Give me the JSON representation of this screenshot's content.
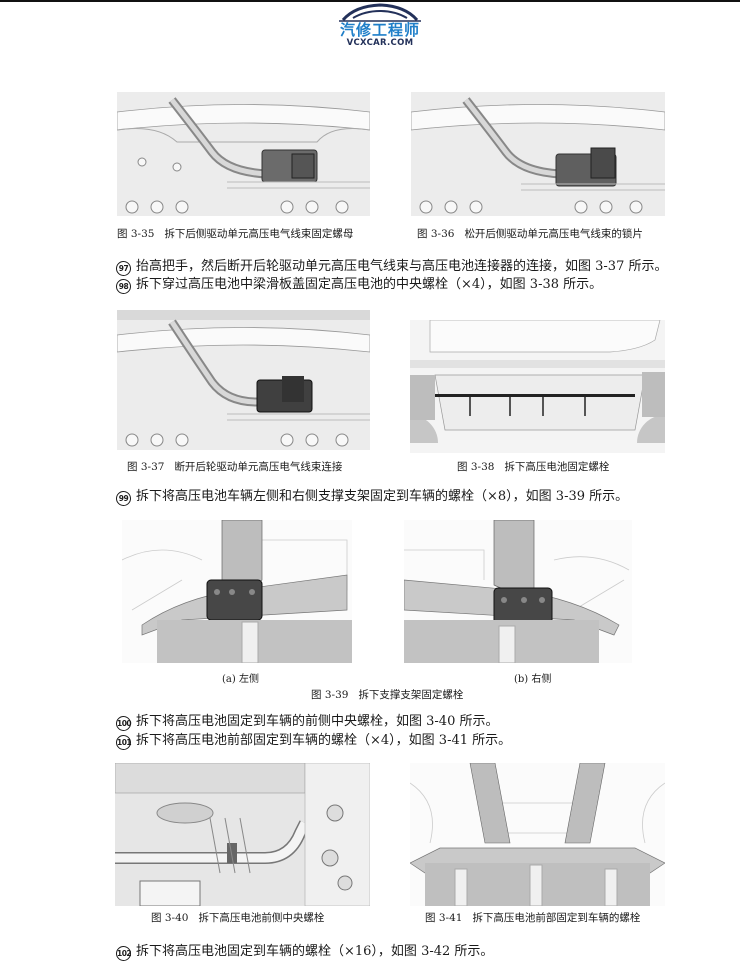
{
  "header": {
    "logo": {
      "cn": "汽修工程师",
      "en": "VCXCAR.COM"
    },
    "colors": {
      "logo_blue": "#1f7fc9",
      "logo_navy": "#23315a"
    }
  },
  "figures": [
    {
      "id": "3-35",
      "num": "图 3-35",
      "title": "拆下后侧驱动单元高压电气线束固定螺母",
      "content": "rear drive unit HV harness connector with nut"
    },
    {
      "id": "3-36",
      "num": "图 3-36",
      "title": "松开后侧驱动单元高压电气线束的锁片",
      "content": "rear drive unit HV harness connector lock tab"
    },
    {
      "id": "3-37",
      "num": "图 3-37",
      "title": "断开后轮驱动单元高压电气线束连接",
      "content": "disconnected HV harness connector"
    },
    {
      "id": "3-38",
      "num": "图 3-38",
      "title": "拆下高压电池固定螺栓",
      "content": "vehicle side view with battery center bolts"
    },
    {
      "id": "3-39",
      "num": "图 3-39",
      "title": "拆下支撑支架固定螺栓",
      "subfigures": [
        {
          "label": "(a) 左侧"
        },
        {
          "label": "(b) 右侧"
        }
      ]
    },
    {
      "id": "3-40",
      "num": "图 3-40",
      "title": "拆下高压电池前侧中央螺栓",
      "content": "front center bolt area"
    },
    {
      "id": "3-41",
      "num": "图 3-41",
      "title": "拆下高压电池前部固定到车辆的螺栓",
      "content": "front battery mounting bolts"
    }
  ],
  "steps": [
    {
      "number": "97",
      "text": "抬高把手，然后断开后轮驱动单元高压电气线束与高压电池连接器的连接，如图 3-37 所示。"
    },
    {
      "number": "98",
      "text": "拆下穿过高压电池中梁滑板盖固定高压电池的中央螺栓（×4），如图 3-38 所示。"
    },
    {
      "number": "99",
      "text": "拆下将高压电池车辆左侧和右侧支撑支架固定到车辆的螺栓（×8），如图 3-39 所示。"
    },
    {
      "number": "100",
      "text": "拆下将高压电池固定到车辆的前侧中央螺栓，如图 3-40 所示。"
    },
    {
      "number": "101",
      "text": "拆下将高压电池前部固定到车辆的螺栓（×4），如图 3-41 所示。"
    },
    {
      "number": "102",
      "text": "拆下将高压电池固定到车辆的螺栓（×16），如图 3-42 所示。"
    }
  ]
}
